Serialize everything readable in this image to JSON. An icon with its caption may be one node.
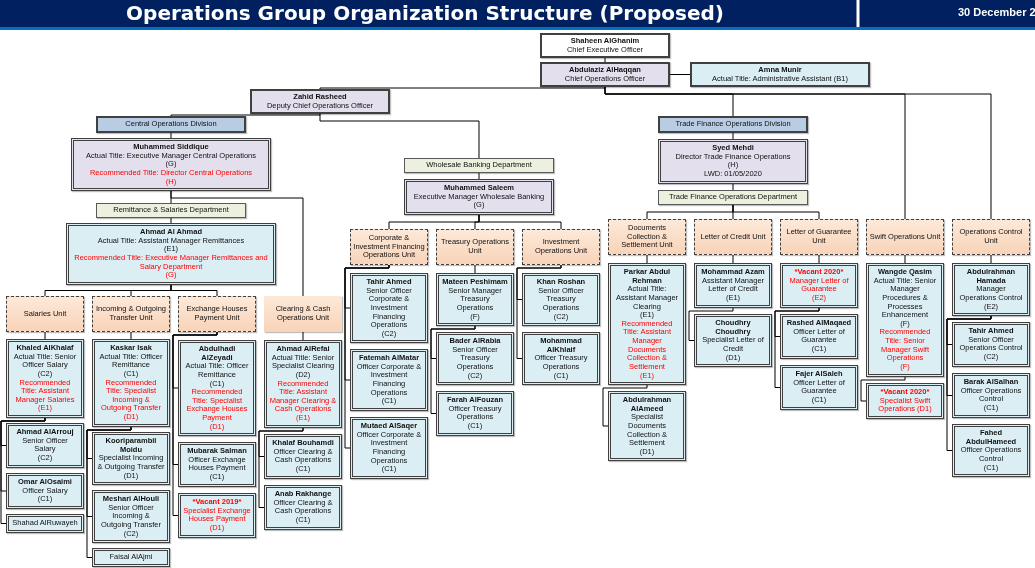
{
  "diagram": {
    "title": "Operations Group Organization Structure (Proposed)",
    "nodes": [
      {
        "text": [
          "Shaheen AlGhanim",
          "Chief Executive Officer"
        ]
      },
      {
        "text": [
          "Abdulaziz AlHaqqan",
          "Chief Operations Officer"
        ]
      },
      {
        "text": [
          "Amna Munir",
          "Actual Title: Administrative Assistant (B1)"
        ]
      },
      {
        "text": [
          "Zahid Rasheed",
          "Deputy Chief Operations Officer"
        ]
      },
      {
        "text": [
          "Central Operations Division"
        ]
      },
      {
        "text": [
          "Muhammed Siddique",
          "Actual Title: Executive Manager Central Operations",
          "(G)",
          "Recommended Title: Director Central Operations",
          "(H)"
        ]
      },
      {
        "text": [
          "Remittance & Salaries Department"
        ]
      },
      {
        "text": [
          "Wholesale Banking Department"
        ]
      },
      {
        "text": [
          "Muhammed Saleem",
          "Executive Manager Wholesale Banking",
          "(G)"
        ]
      },
      {
        "text": [
          "Trade Finance Operations Division"
        ]
      },
      {
        "text": [
          "Syed Mehdi",
          "Director Trade Finance Operations",
          "(H)",
          "LWD: 01/05/2020"
        ]
      },
      {
        "text": [
          "Trade Finance Operations Department"
        ]
      },
      {
        "text": [
          "Ahmad Al Ahmad",
          "Actual Title: Assistant Manager Remittances",
          "(E1)",
          "Recommended Title: Executive Manager Remittances and Salary Department",
          "(G)"
        ]
      },
      {
        "text": [
          "Salaries Unit"
        ]
      },
      {
        "text": [
          "Incoming & Outgoing Transfer Unit"
        ]
      },
      {
        "text": [
          "Exchange Houses Payment Unit"
        ]
      },
      {
        "text": [
          "Clearing & Cash Operations Unit"
        ]
      },
      {
        "text": [
          "Khaled AlKhalaf",
          "Actual Title: Senior Officer Salary",
          "(C2)",
          "Recommended Title: Assistant Manager Salaries",
          "(E1)"
        ]
      },
      {
        "text": [
          "Ahmad AlArrouj",
          "Senior Officer Salary",
          "(C2)"
        ]
      },
      {
        "text": [
          "Omar AlOsaimi",
          "Officer Salary",
          "(C1)"
        ]
      },
      {
        "text": [
          "Shahad AlRuwayeh"
        ]
      },
      {
        "text": [
          "Kaskar Isak",
          "Actual Title: Officer Remittance",
          "(C1)",
          "Recommended Title: Specialist Incoming & Outgoing Transfer",
          "(D1)"
        ]
      },
      {
        "text": [
          "Kooriparambil Moidu",
          "Specialist Incoming & Outgoing Transfer",
          "(D1)"
        ]
      },
      {
        "text": [
          "Meshari AlHouli",
          "Senior Officer Incoming & Outgoing Transfer",
          "(C2)"
        ]
      },
      {
        "text": [
          "Faisal AlAjmi"
        ]
      },
      {
        "text": [
          "Abdulhadi AlZeyadi",
          "Actual Title: Officer Remittance",
          "(C1)",
          "Recommended Title: Specialist Exchange Houses Payment",
          "(D1)"
        ]
      },
      {
        "text": [
          "Mubarak Salman",
          "Officer Exchange Houses Payment",
          "(C1)"
        ]
      },
      {
        "text": [
          "*Vacant 2019*",
          "Specialist Exchange Houses Payment",
          "(D1)"
        ]
      },
      {
        "text": [
          "Ahmad AlRefai",
          "Actual Title: Senior Specialist Clearing",
          "(D2)",
          "Recommended Title: Assistant Manager Clearing & Cash Operations",
          "(E1)"
        ]
      },
      {
        "text": [
          "Khalaf Bouhamdi",
          "Officer Clearing & Cash Operations",
          "(C1)"
        ]
      },
      {
        "text": [
          "Anab Rakhange",
          "Officer Clearing & Cash Operations",
          "(C1)"
        ]
      },
      {
        "text": [
          "Corporate & Investment Financing Operations Unit"
        ]
      },
      {
        "text": [
          "Treasury Operations Unit"
        ]
      },
      {
        "text": [
          "Investment Operations Unit"
        ]
      },
      {
        "text": [
          "Tahir Ahmed",
          "Senior Officer Corporate & Investment Financing Operations",
          "(C2)"
        ]
      },
      {
        "text": [
          "Fatemah AlMatar",
          "Officer Corporate & Investment Financing Operations",
          "(C1)"
        ]
      },
      {
        "text": [
          "Mutaed AlSaqer",
          "Officer Corporate & Investment Financing Operations",
          "(C1)"
        ]
      },
      {
        "text": [
          "Mateen Peshimam",
          "Senior Manager Treasury Operations",
          "(F)"
        ]
      },
      {
        "text": [
          "Bader AlRabia",
          "Senior Officer Treasury Operations",
          "(C2)"
        ]
      },
      {
        "text": [
          "Farah AlFouzan",
          "Officer Treasury Operations",
          "(C1)"
        ]
      },
      {
        "text": [
          "Khan Roshan",
          "Senior Officer Treasury Operations",
          "(C2)"
        ]
      },
      {
        "text": [
          "Mohammad AlKhlaif",
          "Officer Treasury Operations",
          "(C1)"
        ]
      },
      {
        "text": [
          "Documents Collection & Settlement Unit"
        ]
      },
      {
        "text": [
          "Letter of Credit Unit"
        ]
      },
      {
        "text": [
          "Letter of Guarantee Unit"
        ]
      },
      {
        "text": [
          "Swift Operations Unit"
        ]
      },
      {
        "text": [
          "Operations Control Unit"
        ]
      },
      {
        "text": [
          "Parkar Abdul Rehman",
          "Actual Title: Assistant Manager Clearing",
          "(E1)",
          "Recommended Title: Assistant Manager Documents Collection & Settlement",
          "(E1)"
        ]
      },
      {
        "text": [
          "Abdulrahman AlAmeed",
          "Specialist Documents Collection & Settlement",
          "(D1)"
        ]
      },
      {
        "text": [
          "Mohammad Azam",
          "Assistant Manager Letter of Credit",
          "(E1)"
        ]
      },
      {
        "text": [
          "Choudhry Choudhry",
          "Specialist Letter of Credit",
          "(D1)"
        ]
      },
      {
        "text": [
          "*Vacant 2020*",
          "Manager Letter of Guarantee",
          "(E2)"
        ]
      },
      {
        "text": [
          "Rashed AlMaqaed",
          "Officer Letter of Guarantee",
          "(C1)"
        ]
      },
      {
        "text": [
          "Fajer AlSaleh",
          "Officer Letter of Guarantee",
          "(C1)"
        ]
      },
      {
        "text": [
          "Wangde Qasim",
          "Actual Title: Senior Manager Procedures & Processes Enhancement",
          "(F)",
          "Recommended Title: Senior Manager Swift Operations",
          "(F)"
        ]
      },
      {
        "text": [
          "*Vacant 2020*",
          "Specialist Swift Operations (D1)"
        ]
      },
      {
        "text": [
          "Abdulrahman Hamada",
          "Manager Operations Control",
          "(E2)"
        ]
      },
      {
        "text": [
          "Tahir Ahmed",
          "Senior Officer Operations Control",
          "(C2)"
        ]
      },
      {
        "text": [
          "Barak AlSalhan",
          "Officer Operations Control",
          "(C1)"
        ]
      },
      {
        "text": [
          "Fahed AbdulHameed",
          "Officer Operations Control",
          "(C1)"
        ]
      }
    ],
    "edges": [
      {
        "from": 0,
        "to": 1,
        "arrow": "none"
      },
      {
        "from": 1,
        "to": 2,
        "arrow": "none"
      },
      {
        "from": 1,
        "to": 3,
        "arrow": "none"
      },
      {
        "from": 1,
        "to": 9,
        "arrow": "none"
      },
      {
        "from": 1,
        "to": 45,
        "arrow": "none"
      },
      {
        "from": 1,
        "to": 46,
        "arrow": "none"
      },
      {
        "from": 3,
        "to": 4,
        "arrow": "none"
      },
      {
        "from": 3,
        "to": 7,
        "arrow": "none"
      },
      {
        "from": 4,
        "to": 5,
        "arrow": "none"
      },
      {
        "from": 5,
        "to": 6,
        "arrow": "none"
      },
      {
        "from": 5,
        "to": 16,
        "arrow": "none"
      },
      {
        "from": 6,
        "to": 12,
        "arrow": "none"
      },
      {
        "from": 12,
        "to": 13,
        "arrow": "none"
      },
      {
        "from": 12,
        "to": 14,
        "arrow": "none"
      },
      {
        "from": 12,
        "to": 15,
        "arrow": "none"
      },
      {
        "from": 13,
        "to": 17,
        "arrow": "none"
      },
      {
        "from": 17,
        "to": 18,
        "arrow": "none"
      },
      {
        "from": 17,
        "to": 19,
        "arrow": "none"
      },
      {
        "from": 17,
        "to": 20,
        "arrow": "none"
      },
      {
        "from": 14,
        "to": 21,
        "arrow": "none"
      },
      {
        "from": 21,
        "to": 22,
        "arrow": "none"
      },
      {
        "from": 21,
        "to": 23,
        "arrow": "none"
      },
      {
        "from": 21,
        "to": 24,
        "arrow": "none"
      },
      {
        "from": 15,
        "to": 25,
        "arrow": "none"
      },
      {
        "from": 15,
        "to": 26,
        "arrow": "none"
      },
      {
        "from": 15,
        "to": 27,
        "arrow": "none"
      },
      {
        "from": 16,
        "to": 28,
        "arrow": "none"
      },
      {
        "from": 28,
        "to": 29,
        "arrow": "none"
      },
      {
        "from": 28,
        "to": 30,
        "arrow": "none"
      },
      {
        "from": 7,
        "to": 8,
        "arrow": "none"
      },
      {
        "from": 8,
        "to": 31,
        "arrow": "none"
      },
      {
        "from": 8,
        "to": 32,
        "arrow": "none"
      },
      {
        "from": 8,
        "to": 33,
        "arrow": "none"
      },
      {
        "from": 31,
        "to": 34,
        "arrow": "none"
      },
      {
        "from": 31,
        "to": 35,
        "arrow": "none"
      },
      {
        "from": 31,
        "to": 36,
        "arrow": "none"
      },
      {
        "from": 32,
        "to": 37,
        "arrow": "none"
      },
      {
        "from": 37,
        "to": 38,
        "arrow": "none"
      },
      {
        "from": 37,
        "to": 39,
        "arrow": "none"
      },
      {
        "from": 33,
        "to": 40,
        "arrow": "none"
      },
      {
        "from": 33,
        "to": 41,
        "arrow": "none"
      },
      {
        "from": 9,
        "to": 10,
        "arrow": "none"
      },
      {
        "from": 10,
        "to": 11,
        "arrow": "none"
      },
      {
        "from": 11,
        "to": 42,
        "arrow": "none"
      },
      {
        "from": 11,
        "to": 43,
        "arrow": "none"
      },
      {
        "from": 11,
        "to": 44,
        "arrow": "none"
      },
      {
        "from": 42,
        "to": 47,
        "arrow": "none"
      },
      {
        "from": 47,
        "to": 48,
        "arrow": "none"
      },
      {
        "from": 43,
        "to": 49,
        "arrow": "none"
      },
      {
        "from": 49,
        "to": 50,
        "arrow": "none"
      },
      {
        "from": 44,
        "to": 51,
        "arrow": "none"
      },
      {
        "from": 51,
        "to": 52,
        "arrow": "none"
      },
      {
        "from": 51,
        "to": 53,
        "arrow": "none"
      },
      {
        "from": 45,
        "to": 54,
        "arrow": "none"
      },
      {
        "from": 54,
        "to": 55,
        "arrow": "none"
      },
      {
        "from": 46,
        "to": 56,
        "arrow": "none"
      },
      {
        "from": 56,
        "to": 57,
        "arrow": "none"
      },
      {
        "from": 56,
        "to": 58,
        "arrow": "none"
      },
      {
        "from": 56,
        "to": 59,
        "arrow": "none"
      }
    ],
    "labels": [
      "30 December 2"
    ]
  }
}
